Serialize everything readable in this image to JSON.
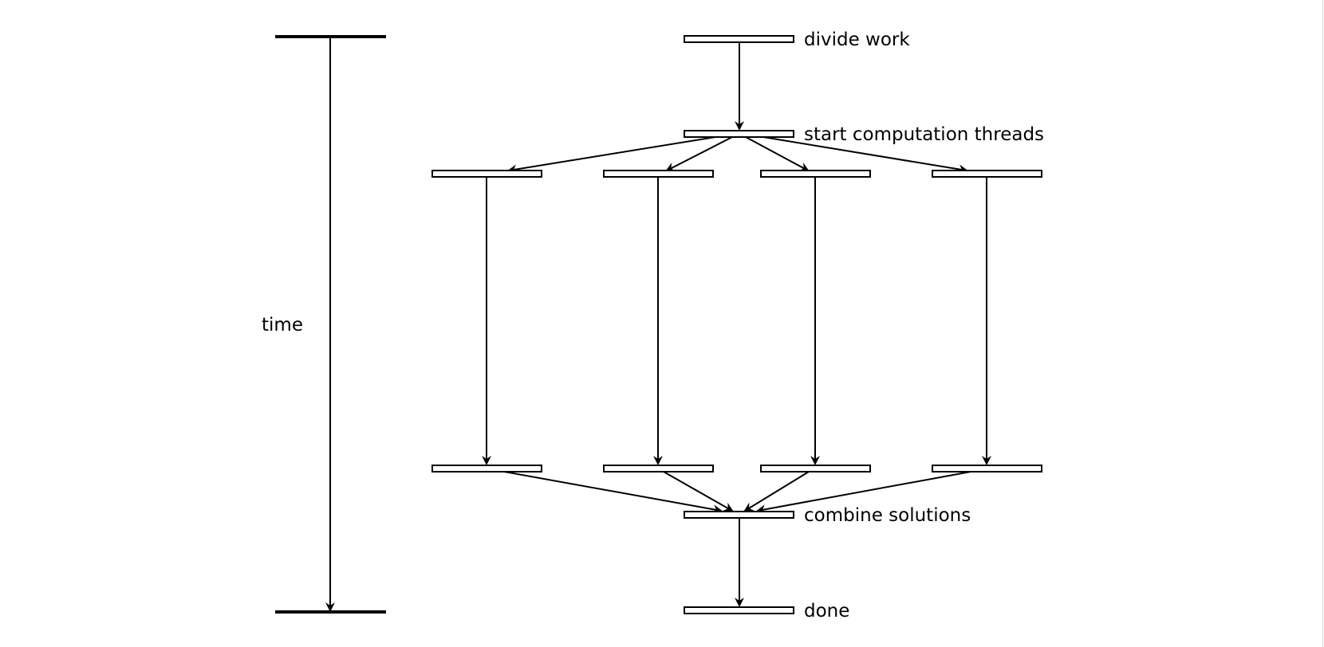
{
  "labels": {
    "time": "time",
    "divide": "divide work",
    "start": "start computation threads",
    "combine": "combine solutions",
    "done": "done"
  },
  "structure": {
    "threads": 4,
    "nodes": [
      "divide",
      "start",
      "thread-1-begin",
      "thread-2-begin",
      "thread-3-begin",
      "thread-4-begin",
      "thread-1-end",
      "thread-2-end",
      "thread-3-end",
      "thread-4-end",
      "combine",
      "done"
    ],
    "edges": [
      [
        "divide",
        "start"
      ],
      [
        "start",
        "thread-1-begin"
      ],
      [
        "start",
        "thread-2-begin"
      ],
      [
        "start",
        "thread-3-begin"
      ],
      [
        "start",
        "thread-4-begin"
      ],
      [
        "thread-1-begin",
        "thread-1-end"
      ],
      [
        "thread-2-begin",
        "thread-2-end"
      ],
      [
        "thread-3-begin",
        "thread-3-end"
      ],
      [
        "thread-4-begin",
        "thread-4-end"
      ],
      [
        "thread-1-end",
        "combine"
      ],
      [
        "thread-2-end",
        "combine"
      ],
      [
        "thread-3-end",
        "combine"
      ],
      [
        "thread-4-end",
        "combine"
      ],
      [
        "combine",
        "done"
      ]
    ]
  },
  "colors": {
    "stroke": "#000000",
    "fill": "#ffffff",
    "background": "#ffffff"
  }
}
